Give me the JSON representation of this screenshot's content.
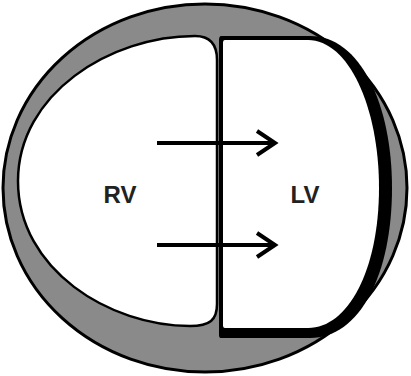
{
  "diagram": {
    "nodes": [
      {
        "text": [
          "RV"
        ]
      },
      {
        "text": [
          "LV"
        ]
      }
    ],
    "edges": [
      {
        "from": 0,
        "to": 1,
        "arrow": "to"
      },
      {
        "from": 0,
        "to": 1,
        "arrow": "to"
      }
    ]
  }
}
